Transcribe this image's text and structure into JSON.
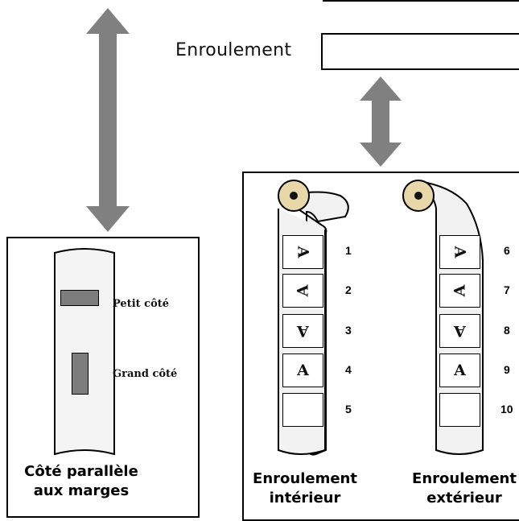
{
  "header": {
    "winding_label": "Enroulement",
    "winding_value": ""
  },
  "orientation_panel": {
    "short_side_label": "Petit côté",
    "long_side_label": "Grand côté",
    "caption_line1": "Côté parallèle",
    "caption_line2": "aux marges"
  },
  "inner_roll": {
    "caption_line1": "Enroulement",
    "caption_line2": "intérieur",
    "positions": [
      {
        "number": "1",
        "glyph": "A",
        "orientation": "right"
      },
      {
        "number": "2",
        "glyph": "A",
        "orientation": "left"
      },
      {
        "number": "3",
        "glyph": "A",
        "orientation": "down"
      },
      {
        "number": "4",
        "glyph": "A",
        "orientation": "up"
      },
      {
        "number": "5",
        "glyph": "",
        "orientation": "none"
      }
    ]
  },
  "outer_roll": {
    "caption_line1": "Enroulement",
    "caption_line2": "extérieur",
    "positions": [
      {
        "number": "6",
        "glyph": "A",
        "orientation": "right"
      },
      {
        "number": "7",
        "glyph": "A",
        "orientation": "left"
      },
      {
        "number": "8",
        "glyph": "A",
        "orientation": "down"
      },
      {
        "number": "9",
        "glyph": "A",
        "orientation": "up"
      },
      {
        "number": "10",
        "glyph": "",
        "orientation": "none"
      }
    ]
  },
  "colors": {
    "arrow": "#808080",
    "label_bar": "#7d7d7d",
    "roll_paper": "#f2f2f2",
    "roll_core": "#e8d7a8"
  }
}
